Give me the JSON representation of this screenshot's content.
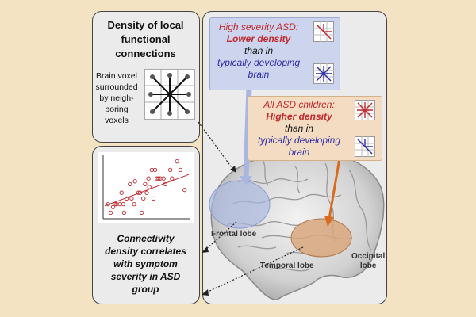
{
  "density_panel": {
    "title_lines": [
      "Density of local",
      "functional",
      "connections"
    ],
    "voxel_caption_lines": [
      "Brain voxel",
      "surrounded",
      "by neigh-",
      "boring",
      "voxels"
    ]
  },
  "correlation_panel": {
    "caption_lines": [
      "Connectivity",
      "density correlates",
      "with symptom",
      "severity in ASD",
      "group"
    ]
  },
  "high_severity_box": {
    "line1": "High severity ASD:",
    "line2": "Lower density",
    "line3": "than in",
    "line4": "typically developing",
    "line5": "brain"
  },
  "all_asd_box": {
    "line1": "All ASD children:",
    "line2": "Higher density",
    "line3": "than in",
    "line4": "typically developing",
    "line5": "brain"
  },
  "brain_labels": {
    "frontal": "Frontal lobe",
    "temporal": "Temporal lobe",
    "occipital_line1": "Occipital",
    "occipital_line2": "lobe"
  },
  "colors": {
    "background": "#f4e3c3",
    "panel": "#ebebeb",
    "high_severity_box": "#cdd5ee",
    "all_asd_box": "#f4dcc2",
    "red_text": "#c0282d",
    "blue_text": "#2d2aa8",
    "frontal_highlight": "#a9b7e0",
    "temporal_highlight": "#d8a77e",
    "orange_arrow": "#d96a1e"
  },
  "chart_data": {
    "type": "scatter",
    "x": [
      0.04,
      0.07,
      0.1,
      0.12,
      0.14,
      0.18,
      0.2,
      0.22,
      0.23,
      0.26,
      0.3,
      0.32,
      0.35,
      0.36,
      0.4,
      0.42,
      0.44,
      0.46,
      0.48,
      0.5,
      0.52,
      0.53,
      0.56,
      0.58,
      0.6,
      0.62,
      0.64,
      0.66,
      0.7,
      0.72,
      0.78,
      0.8,
      0.86,
      0.9,
      0.95
    ],
    "y": [
      0.2,
      0.05,
      0.15,
      0.2,
      0.2,
      0.2,
      0.4,
      0.2,
      0.05,
      0.3,
      0.55,
      0.3,
      0.2,
      0.6,
      0.4,
      0.4,
      0.05,
      0.3,
      0.55,
      0.4,
      0.65,
      0.5,
      0.8,
      0.3,
      0.8,
      0.65,
      0.65,
      0.65,
      0.65,
      0.55,
      0.8,
      0.65,
      0.95,
      0.8,
      0.45
    ],
    "trend": [
      [
        0.0,
        0.17
      ],
      [
        1.0,
        0.72
      ]
    ],
    "xlim": [
      0,
      1
    ],
    "ylim": [
      0,
      1
    ]
  }
}
